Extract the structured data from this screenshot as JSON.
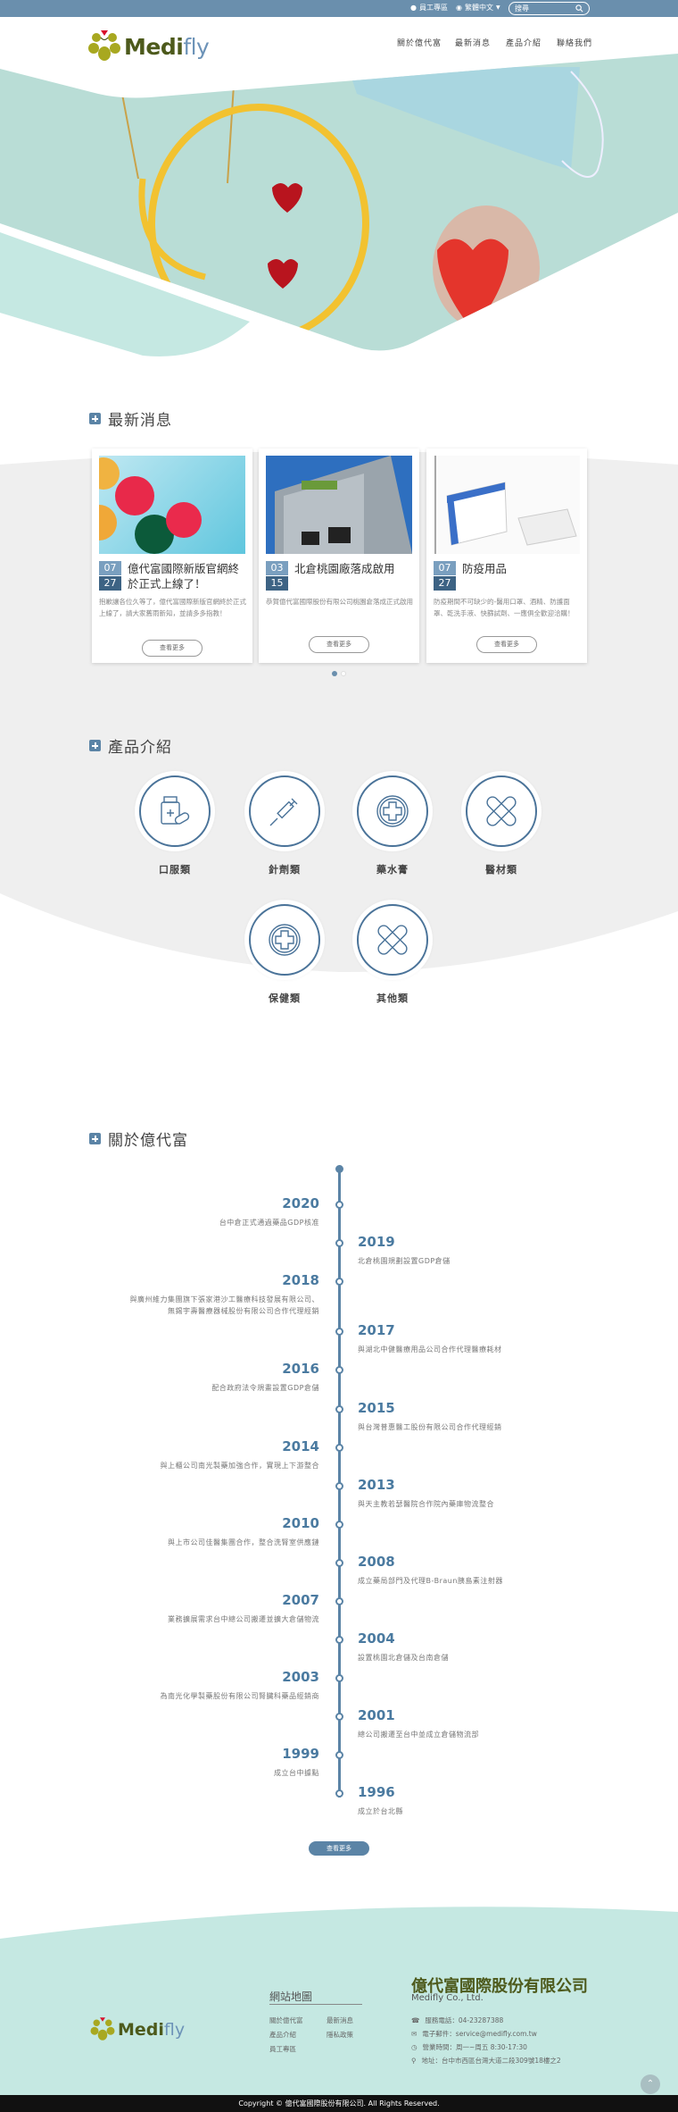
{
  "topbar": {
    "staff": "員工專區",
    "language": "繁體中文",
    "search_placeholder": "搜尋"
  },
  "header": {
    "logo_text_a": "Medi",
    "logo_text_b": "fly",
    "nav": [
      "關於億代富",
      "最新消息",
      "產品介紹",
      "聯絡我們"
    ]
  },
  "news": {
    "title": "最新消息",
    "more_label": "查看更多",
    "cards": [
      {
        "month": "07",
        "day": "27",
        "title": "億代富國際新版官網終於正式上線了！",
        "desc": "抱歉讓各位久等了，億代富國際新版官網終於正式上線了，請大家舊雨新知，並請多多指教！"
      },
      {
        "month": "03",
        "day": "15",
        "title": "北倉桃園廠落成啟用",
        "desc": "恭賀億代富國際股份有限公司桃園倉落成正式啟用"
      },
      {
        "month": "07",
        "day": "27",
        "title": "防疫用品",
        "desc": "防疫期間不可缺少的-醫用口罩、酒精、防護面罩、乾洗手液、快篩試劑、一應俱全歡迎洽購！"
      }
    ],
    "pages": 2,
    "active_page": 1
  },
  "products": {
    "title": "產品介紹",
    "items": [
      {
        "label": "口服類",
        "icon": "medicine-bottle-icon"
      },
      {
        "label": "針劑類",
        "icon": "syringe-icon"
      },
      {
        "label": "藥水膏",
        "icon": "medical-cross-icon"
      },
      {
        "label": "醫材類",
        "icon": "bandage-icon"
      },
      {
        "label": "保健類",
        "icon": "medical-cross-icon"
      },
      {
        "label": "其他類",
        "icon": "bandage-icon"
      }
    ]
  },
  "about": {
    "title": "關於億代富",
    "more_label": "查看更多",
    "timeline": [
      {
        "year": "2020",
        "desc": "台中倉正式通過藥品GDP核准"
      },
      {
        "year": "2019",
        "desc": "北倉桃園規劃設置GDP倉儲"
      },
      {
        "year": "2018",
        "desc": "與廣州維力集團旗下張家港沙工醫療科技發展有限公司、",
        "desc2": "無錫宇壽醫療器械股份有限公司合作代理經銷"
      },
      {
        "year": "2017",
        "desc": "與湖北中健醫療用品公司合作代理醫療耗材"
      },
      {
        "year": "2016",
        "desc": "配合政府法令規畫設置GDP倉儲"
      },
      {
        "year": "2015",
        "desc": "與台灣普惠醫工股份有限公司合作代理經銷"
      },
      {
        "year": "2014",
        "desc": "與上櫃公司南光製藥加強合作，實現上下游整合"
      },
      {
        "year": "2013",
        "desc": "與天主教若瑟醫院合作院內藥庫物流整合"
      },
      {
        "year": "2010",
        "desc": "與上市公司佳醫集團合作，整合洗腎室供應鏈"
      },
      {
        "year": "2008",
        "desc": "成立藥局部門及代理B-Braun胰島素注射器"
      },
      {
        "year": "2007",
        "desc": "業務擴展需求台中總公司搬遷並擴大倉儲物流"
      },
      {
        "year": "2004",
        "desc": "設置桃園北倉儲及台南倉儲"
      },
      {
        "year": "2003",
        "desc": "為南光化學製藥股份有限公司腎臟科藥品經銷商"
      },
      {
        "year": "2001",
        "desc": "總公司搬遷至台中並成立倉儲物流部"
      },
      {
        "year": "1999",
        "desc": "成立台中據點"
      },
      {
        "year": "1996",
        "desc": "成立於台北縣"
      }
    ]
  },
  "footer": {
    "sitemap_title": "網站地圖",
    "links": [
      "關於億代富",
      "最新消息",
      "產品介紹",
      "隱私政策",
      "員工專區"
    ],
    "company_zh": "億代富國際股份有限公司",
    "company_en": "Medifly Co., Ltd.",
    "phone": "服務電話：04-23287388",
    "email": "電子郵件：service@medifly.com.tw",
    "hours": "營業時間：周一~周五 8:30-17:30",
    "address": "地址：台中市西區台灣大道二段309號18樓之2",
    "copyright": "Copyright © 億代富國際股份有限公司. All Rights Reserved."
  },
  "colors": {
    "primary": "#5b84a6",
    "topbar": "#6a8fad",
    "mint": "#c5e8e2",
    "logo_green": "#4d5a1c"
  }
}
